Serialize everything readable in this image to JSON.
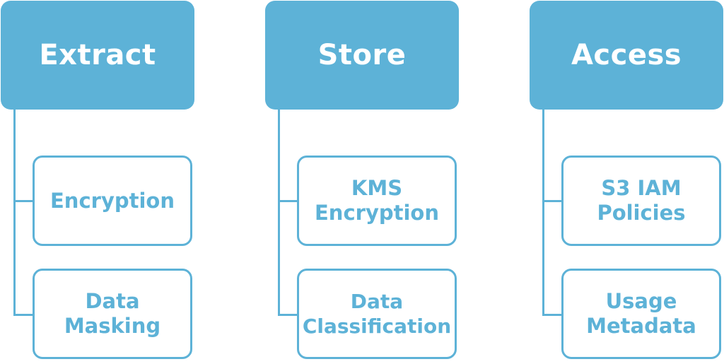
{
  "colors": {
    "accent": "#5db2d7",
    "header_text": "#ffffff",
    "background": "#ffffff"
  },
  "columns": [
    {
      "title": "Extract",
      "items": [
        "Encryption",
        "Data\nMasking"
      ]
    },
    {
      "title": "Store",
      "items": [
        "KMS\nEncryption",
        "Data\nClassification"
      ]
    },
    {
      "title": "Access",
      "items": [
        "S3 IAM\nPolicies",
        "Usage\nMetadata"
      ]
    }
  ]
}
